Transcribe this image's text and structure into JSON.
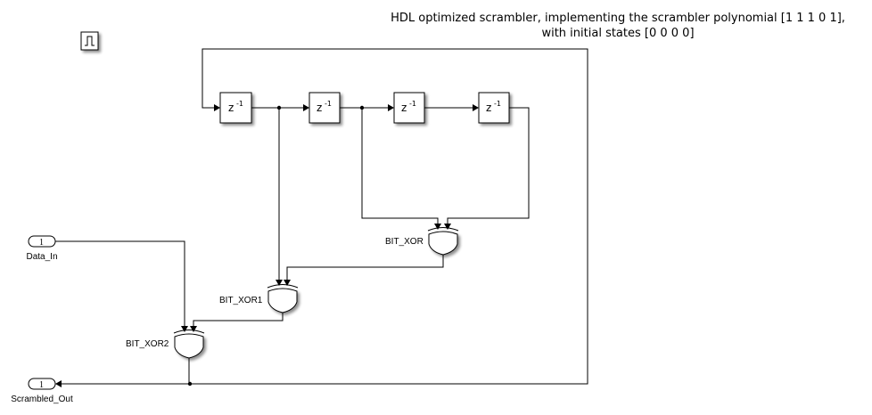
{
  "annotation": {
    "line1": "HDL optimized scrambler, implementing the scrambler polynomial [1 1 1 0 1],",
    "line2": "with initial states [0 0 0 0]"
  },
  "icons": {
    "pulse": "pulse-waveform-icon"
  },
  "delays": [
    {
      "name": "unit-delay-1",
      "base": "z",
      "exponent": "-1"
    },
    {
      "name": "unit-delay-2",
      "base": "z",
      "exponent": "-1"
    },
    {
      "name": "unit-delay-3",
      "base": "z",
      "exponent": "-1"
    },
    {
      "name": "unit-delay-4",
      "base": "z",
      "exponent": "-1"
    }
  ],
  "xor_gates": [
    {
      "label": "BIT_XOR"
    },
    {
      "label": "BIT_XOR1"
    },
    {
      "label": "BIT_XOR2"
    }
  ],
  "ports": {
    "inport": {
      "number": "1",
      "label": "Data_In"
    },
    "outport": {
      "number": "1",
      "label": "Scrambled_Out"
    }
  }
}
